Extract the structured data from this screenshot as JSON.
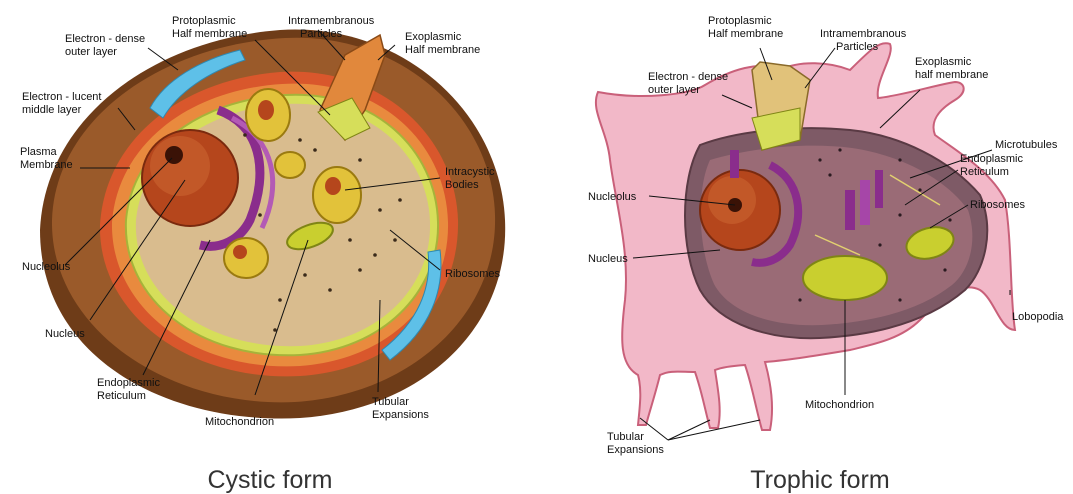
{
  "cystic": {
    "caption": "Cystic form",
    "labels": {
      "electron_dense": [
        "Electron - dense",
        "outer layer"
      ],
      "electron_lucent": [
        "Electron - lucent",
        "middle layer"
      ],
      "plasma_membrane": [
        "Plasma",
        "Membrane"
      ],
      "protoplasmic": [
        "Protoplasmic",
        "Half membrane"
      ],
      "intramembranous": [
        "Intramembranous",
        "Particles"
      ],
      "exoplasmic": [
        "Exoplasmic",
        "Half membrane"
      ],
      "intracystic": [
        "Intracystic",
        "Bodies"
      ],
      "ribosomes": "Ribosomes",
      "tubular": [
        "Tubular",
        "Expansions"
      ],
      "mitochondrion": "Mitochondrion",
      "endoplasmic": [
        "Endoplasmic",
        "Reticulum"
      ],
      "nucleus": "Nucleus",
      "nucleolus": "Nucleolus"
    }
  },
  "trophic": {
    "caption": "Trophic form",
    "labels": {
      "protoplasmic": [
        "Protoplasmic",
        "Half membrane"
      ],
      "intramembranous": [
        "Intramembranous",
        "Particles"
      ],
      "electron_dense": [
        "Electron - dense",
        "outer layer"
      ],
      "exoplasmic": [
        "Exoplasmic",
        "half membrane"
      ],
      "microtubules": "Microtubules",
      "endoplasmic": [
        "Endoplasmic",
        "Reticulum"
      ],
      "ribosomes": "Ribosomes",
      "nucleolus": "Nucleolus",
      "nucleus": "Nucleus",
      "lobopodia": "Lobopodia",
      "mitochondrion": "Mitochondrion",
      "tubular": [
        "Tubular",
        "Expansions"
      ]
    }
  },
  "colors": {
    "cyst_wall": "#9a5a2a",
    "cyst_wall_dark": "#6e3c18",
    "cyst_layer_red": "#d9572c",
    "cyst_layer_orange": "#e98a3e",
    "cytoplasm": "#d9bc8e",
    "nucleus": "#b5461c",
    "er": "#8a2d8c",
    "vesicle": "#e2c23a",
    "mito": "#c9cf2f",
    "blue": "#5ec0e8",
    "troph_outer": "#f2b8c8",
    "troph_outer_dark": "#c9607a",
    "troph_inner": "#8a5a62",
    "troph_cyto": "#7e5a66"
  }
}
